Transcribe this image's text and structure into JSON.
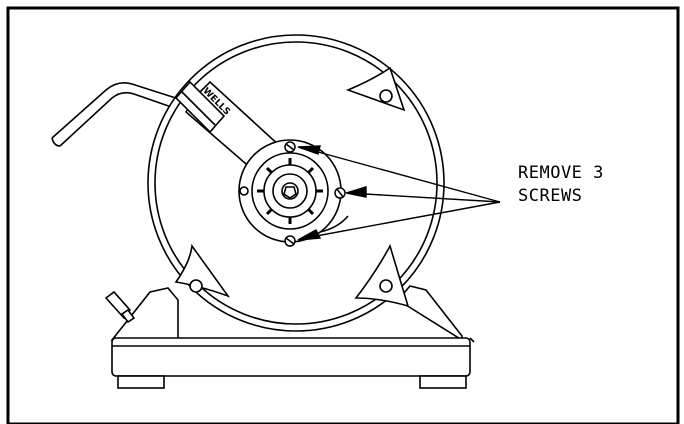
{
  "diagram": {
    "callout": {
      "line1": "REMOVE 3",
      "line2": "SCREWS"
    },
    "brand_label": "WELLS",
    "colors": {
      "ink": "#000000",
      "paper": "#ffffff"
    }
  }
}
